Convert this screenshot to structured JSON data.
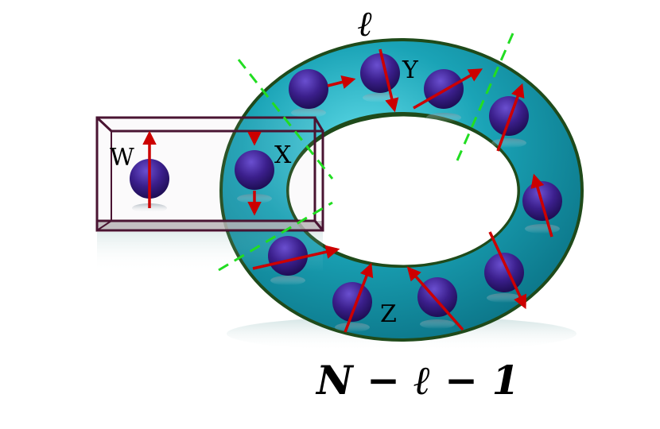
{
  "labels": {
    "w": "W",
    "x": "X",
    "y": "Y",
    "z": "Z",
    "ell": "ℓ",
    "bottom": "N − ℓ − 1"
  },
  "colors": {
    "torus_main": "#138a9e",
    "torus_light": "#3fc7d8",
    "torus_edge": "#1f4a1a",
    "sphere": "#3b1f8c",
    "arrow": "#cc0000",
    "cut_line": "#22dd22",
    "box_edge": "#4a1432"
  },
  "spins": [
    {
      "id": "W",
      "in_box": true,
      "direction": "up"
    },
    {
      "id": "X",
      "in_box": true,
      "direction": "up-down"
    },
    {
      "id": "s1",
      "direction": "right"
    },
    {
      "id": "Y",
      "direction": "down"
    },
    {
      "id": "s3",
      "direction": "up-right"
    },
    {
      "id": "s4",
      "direction": "up"
    },
    {
      "id": "s5",
      "direction": "up"
    },
    {
      "id": "s6",
      "direction": "down"
    },
    {
      "id": "s7",
      "direction": "up-left"
    },
    {
      "id": "Z",
      "direction": "up"
    },
    {
      "id": "s9",
      "direction": "right"
    }
  ]
}
